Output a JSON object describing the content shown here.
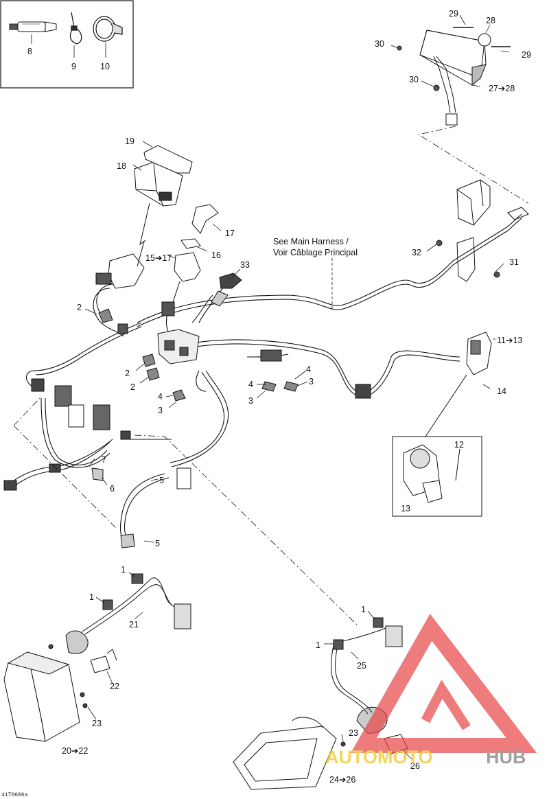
{
  "diagram": {
    "note_line1": "See Main Harness /",
    "note_line2": "Voir Câblage Principal",
    "figure_code": "41T0606a",
    "parts_box": [
      "8",
      "9",
      "10"
    ],
    "labels": {
      "p29a": "29",
      "p28": "28",
      "p30a": "30",
      "p29b": "29",
      "p30b": "30",
      "p27": "27➔28",
      "p19": "19",
      "p18": "18",
      "p17": "17",
      "p16": "16",
      "p1517": "15➔17",
      "p33": "33",
      "p32": "32",
      "p31": "31",
      "p2a": "2",
      "p1113": "11➔13",
      "p14": "14",
      "p2b": "2",
      "p2c": "2",
      "p4a": "4",
      "p3a": "3",
      "p4b": "4",
      "p3b": "3",
      "p4c": "4",
      "p3c": "3",
      "p12": "12",
      "p13": "13",
      "p7": "7",
      "p6": "6",
      "p5a": "5",
      "p5b": "5",
      "p1a": "1",
      "p1b": "1",
      "p21": "21",
      "p22": "22",
      "p23a": "23",
      "p2022": "20➔22",
      "p1c": "1",
      "p1d": "1",
      "p25": "25",
      "p23b": "23",
      "p26": "26",
      "p2426": "24➔26"
    }
  },
  "watermark": {
    "brand_part1": "AUTOMOTO",
    "brand_part2": "HUB",
    "colors": {
      "red": "#e84545",
      "gray": "#7a7a7a"
    }
  }
}
